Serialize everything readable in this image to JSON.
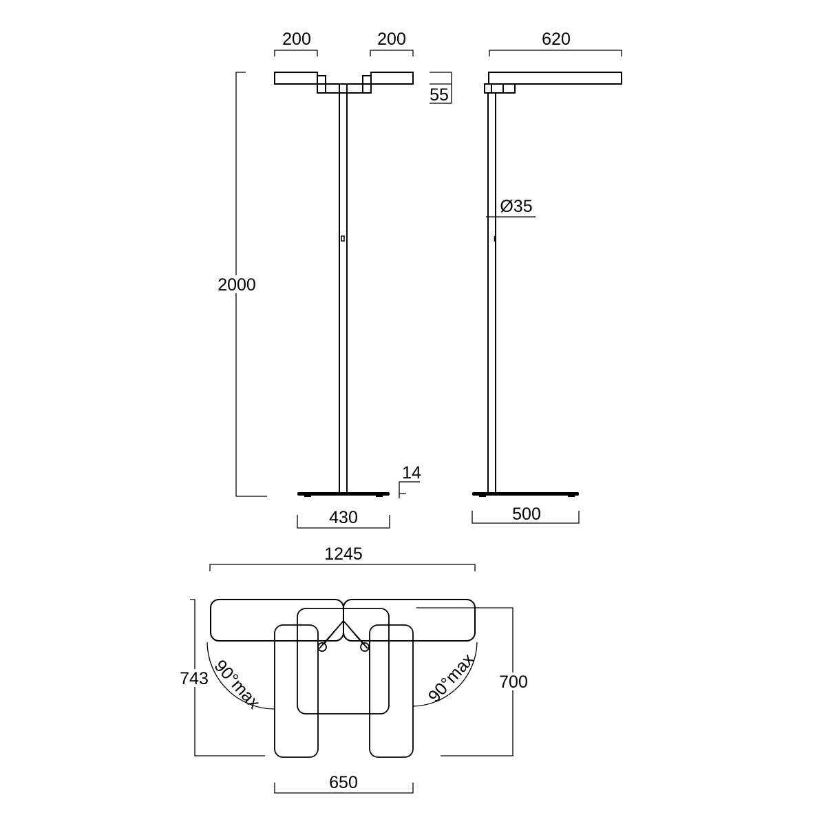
{
  "front_view": {
    "dim_left_arm": "200",
    "dim_right_arm": "200",
    "dim_head_height": "55",
    "dim_total_height": "2000",
    "dim_base_thickness": "14",
    "dim_base_width": "430"
  },
  "side_view": {
    "dim_arm_length": "620",
    "dim_pole_diameter": "Ø35",
    "dim_base_depth": "500"
  },
  "plan_view": {
    "dim_total_width": "1245",
    "dim_depth_left": "743",
    "dim_depth_right": "700",
    "dim_inner_width": "650",
    "rotation_left": "90°max",
    "rotation_right": "90°max"
  }
}
